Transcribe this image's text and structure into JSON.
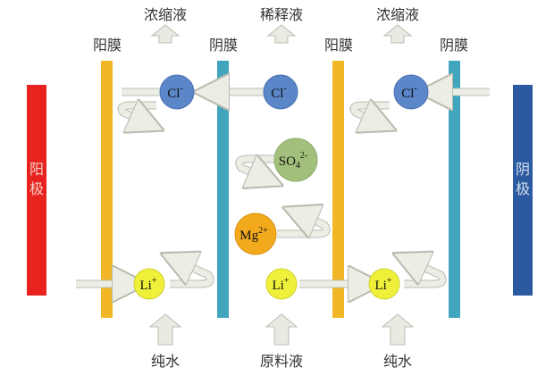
{
  "electrodes": {
    "anode": "阳极",
    "cathode": "阴极"
  },
  "membranes": [
    "阳膜",
    "阴膜",
    "阳膜",
    "阴膜"
  ],
  "outlets": [
    "浓缩液",
    "稀释液",
    "浓缩液"
  ],
  "inlets": [
    "纯水",
    "原料液",
    "纯水"
  ],
  "ions": {
    "cl1": "Cl",
    "cl2": "Cl",
    "cl3": "Cl",
    "cl_sup": "-",
    "so4": "SO",
    "so4_sub": "4",
    "so4_sup": "2-",
    "mg": "Mg",
    "mg_sup": "2+",
    "li1": "Li",
    "li2": "Li",
    "li3": "Li",
    "li_sup": "+"
  },
  "colors": {
    "anode": "#e8231f",
    "cathode": "#2c5aa0",
    "cation_membrane": "#f2b726",
    "anion_membrane": "#40a5bd",
    "cl": "#5b86c8",
    "so4": "#a3bf7c",
    "mg": "#f2a91c",
    "li": "#eef03a"
  }
}
